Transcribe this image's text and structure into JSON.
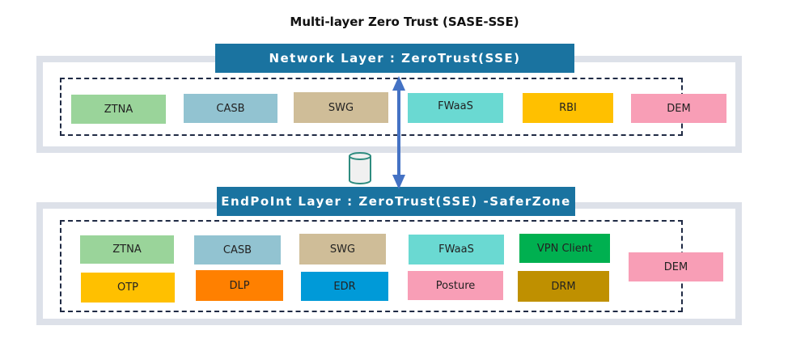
{
  "title": "Multi-layer Zero Trust (SASE-SSE)",
  "network_layer": {
    "label": "Network Layer : ZeroTrust(SSE)",
    "components": [
      {
        "label": "ZTNA",
        "color": "#9ad49a"
      },
      {
        "label": "CASB",
        "color": "#92c3d1"
      },
      {
        "label": "SWG",
        "color": "#cfbd98"
      },
      {
        "label": "FWaaS",
        "color": "#6ad9d2"
      },
      {
        "label": "RBI",
        "color": "#ffc000"
      },
      {
        "label": "DEM",
        "color": "#f89eb6"
      }
    ]
  },
  "endpoint_layer": {
    "label": "EndPoInt Layer : ZeroTrust(SSE) -SaferZone",
    "components": [
      {
        "label": "ZTNA",
        "color": "#9ad49a"
      },
      {
        "label": "CASB",
        "color": "#92c3d1"
      },
      {
        "label": "SWG",
        "color": "#cfbd98"
      },
      {
        "label": "FWaaS",
        "color": "#6ad9d2"
      },
      {
        "label": "VPN Client",
        "color": "#00b050"
      },
      {
        "label": "OTP",
        "color": "#ffc000"
      },
      {
        "label": "DLP",
        "color": "#ff8000"
      },
      {
        "label": "EDR",
        "color": "#009ad8"
      },
      {
        "label": "Posture",
        "color": "#f89eb6"
      },
      {
        "label": "DRM",
        "color": "#bf9000"
      },
      {
        "label": "DEM",
        "color": "#f89eb6"
      }
    ]
  },
  "colors": {
    "banner": "#1a73a0",
    "frame": "#dde1e9",
    "arrow": "#4472c4",
    "database": "#2e8b7f"
  }
}
